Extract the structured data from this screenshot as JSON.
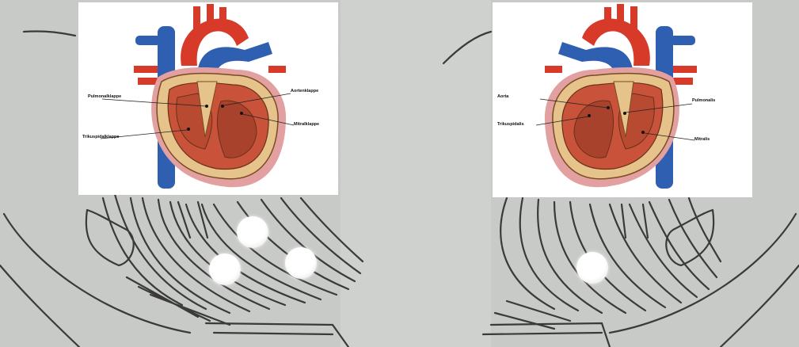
{
  "left_heart": {
    "labels": {
      "pulmonary": "Pulmonalklappe",
      "aortic": "Aortenklappe",
      "tricuspid": "Trikuspidalklappe",
      "mitral": "Mitralklappe"
    }
  },
  "right_heart": {
    "labels": {
      "aortic": "Aorta",
      "pulmonary": "Pulmonalis",
      "tricuspid": "Trikuspidalis",
      "mitral": "Mitralis"
    }
  },
  "colors": {
    "background": "#c9cbc8",
    "myocardium": "#c8523a",
    "vein_blue": "#2f5fb0",
    "artery_red": "#d83a2a",
    "pericardium": "#e6c38a",
    "spot": "#ffffff"
  }
}
